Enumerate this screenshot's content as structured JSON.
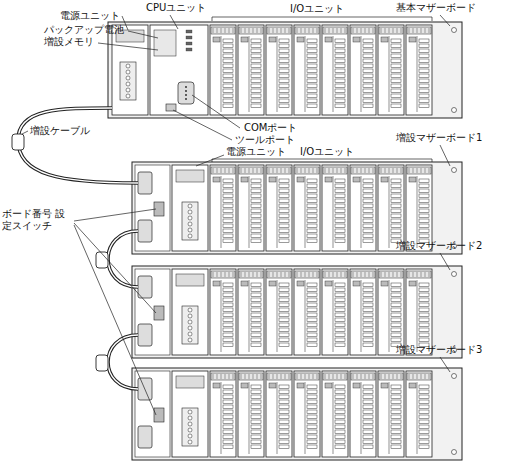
{
  "diagram": {
    "labels": [
      "CPUユニット",
      "電源ユニット",
      "パックアップ電池",
      "増設メモリ",
      "I/Oユニット",
      "基本マザーボード",
      "増設ケーブル",
      "COMポート",
      "ツールポート",
      "電源ユニット",
      "I/Oユニット",
      "増設マザーボード1",
      "ボード番号 設定スイッチ",
      "増設マザーボード2",
      "増設マザーボード3"
    ]
  }
}
